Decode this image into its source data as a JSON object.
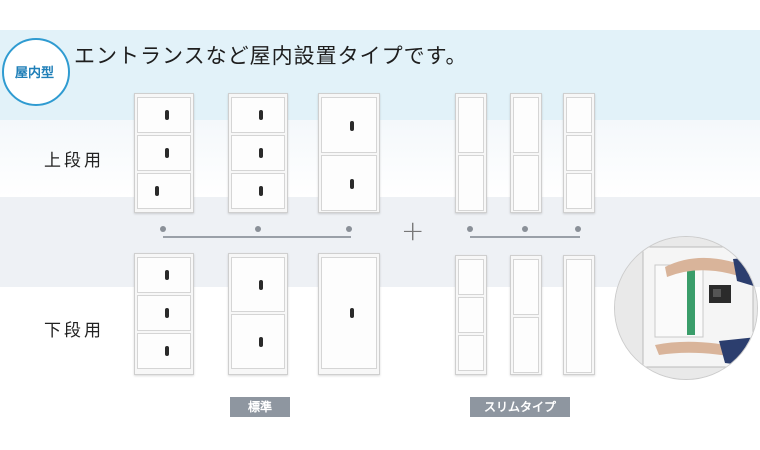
{
  "headline": "エントランスなど屋内設置タイプです。",
  "badge": "屋内型",
  "rows": {
    "upper": "上段用",
    "lower": "下段用"
  },
  "plus_sign": "+",
  "tags": {
    "standard": "標準",
    "slim": "スリムタイプ"
  },
  "colors": {
    "accent": "#2f9bd1",
    "band": "#e2f2f9",
    "tag": "#8e96a0"
  }
}
